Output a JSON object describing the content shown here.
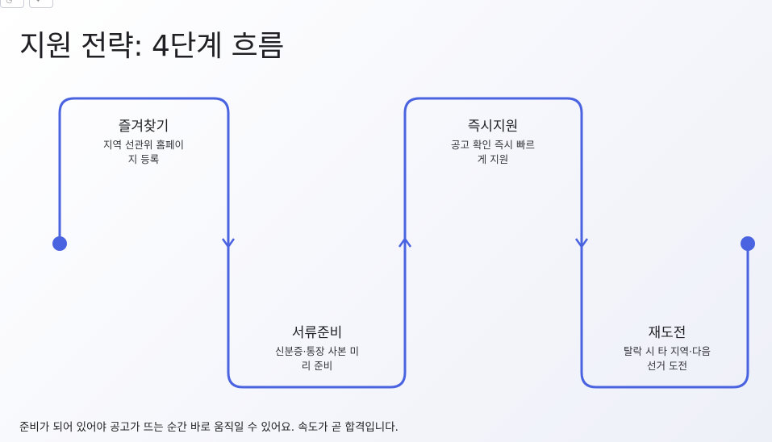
{
  "title": "지원 전략: 4단계 흐름",
  "steps": [
    {
      "title": "즐겨찾기",
      "desc_line1": "지역 선관위 홈페이",
      "desc_line2": "지 등록"
    },
    {
      "title": "서류준비",
      "desc_line1": "신분증·통장 사본 미",
      "desc_line2": "리 준비"
    },
    {
      "title": "즉시지원",
      "desc_line1": "공고 확인 즉시 빠르",
      "desc_line2": "게 지원"
    },
    {
      "title": "재도전",
      "desc_line1": "탈락 시 타 지역·다음",
      "desc_line2": "선거 도전"
    }
  ],
  "footer": "준비가 되어 있어야 공고가 뜨는 순간 바로 움직일 수 있어요. 속도가 곧 합격입니다.",
  "colors": {
    "line": "#4a63e0",
    "dot": "#4a63e0"
  }
}
